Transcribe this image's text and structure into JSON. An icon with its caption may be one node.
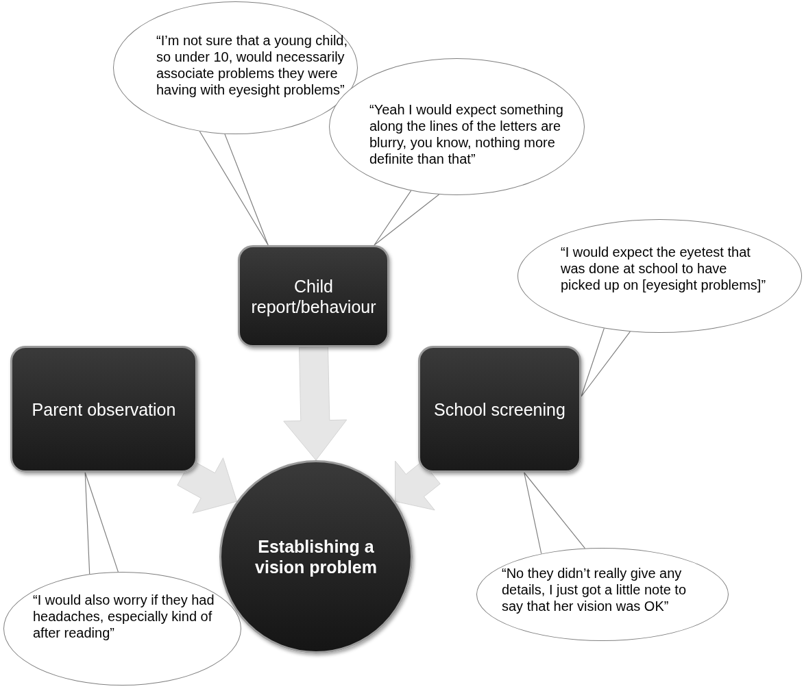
{
  "diagram": {
    "nodes": [
      {
        "text": [
          "“I’m not sure that a young child, so under 10, would necessarily associate problems they were having with eyesight problems”"
        ]
      },
      {
        "text": [
          "“Yeah I would expect something along the lines of the letters are blurry, you know, nothing more definite than that”"
        ]
      },
      {
        "text": [
          "“I would expect the eyetest that was done at school to have picked up on [eyesight problems]”"
        ]
      },
      {
        "text": [
          "Child report/behaviour"
        ]
      },
      {
        "text": [
          "Parent observation"
        ]
      },
      {
        "text": [
          "School screening"
        ]
      },
      {
        "text": [
          "Establishing a vision problem"
        ]
      },
      {
        "text": [
          "“No they didn’t really give any details, I just got a little note to say that her vision was OK”"
        ]
      },
      {
        "text": [
          "“I would also worry if they had headaches, especially kind of after reading”"
        ]
      }
    ],
    "edges": [
      {
        "from": 3,
        "to": 6,
        "arrow": "to",
        "style": "thick",
        "color": "#e6e6e6"
      },
      {
        "from": 4,
        "to": 6,
        "arrow": "to",
        "style": "thick",
        "color": "#e6e6e6"
      },
      {
        "from": 5,
        "to": 6,
        "arrow": "to",
        "style": "thick",
        "color": "#e6e6e6"
      },
      {
        "from": 0,
        "to": 3,
        "arrow": "none"
      },
      {
        "from": 1,
        "to": 3,
        "arrow": "none"
      },
      {
        "from": 2,
        "to": 5,
        "arrow": "none"
      },
      {
        "from": 7,
        "to": 5,
        "arrow": "none"
      },
      {
        "from": 8,
        "to": 4,
        "arrow": "none"
      }
    ]
  }
}
